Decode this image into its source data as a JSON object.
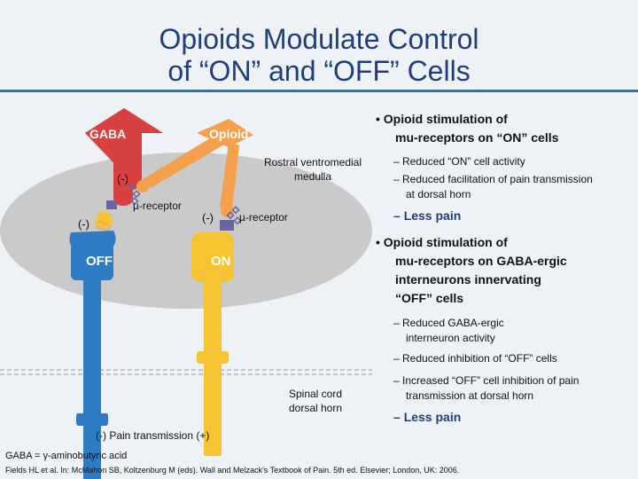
{
  "title": {
    "line1": "Opioids Modulate Control",
    "line2": "of “ON” and “OFF” Cells"
  },
  "diagram": {
    "gaba_label": "GABA",
    "opioid_label": "Opioid",
    "minus_gaba_receptor": "(-)",
    "minus_off": "(-)",
    "minus_on": "(-)",
    "mu_receptor_1": "µ-receptor",
    "mu_receptor_2": "µ-receptor",
    "rvm_line1": "Rostral ventromedial",
    "rvm_line2": "medulla",
    "off_label": "OFF",
    "on_label": "ON",
    "spinal_line1": "Spinal cord",
    "spinal_line2": "dorsal horn",
    "pain_transmission": "(-) Pain transmission (+)",
    "colors": {
      "gaba_red": "#d8413f",
      "opioid_orange": "#f4a04d",
      "off_blue": "#2e7dc4",
      "on_yellow": "#f5c430",
      "medulla_gray": "#cacaca",
      "receptor_purple": "#6e64a2"
    }
  },
  "bullets": [
    {
      "line1": "Opioid stimulation of",
      "line2": "mu-receptors on “ON” cells",
      "subs": [
        {
          "line1": "Reduced “ON” cell activity"
        },
        {
          "line1": "Reduced facilitation of pain transmission",
          "line2": "at dorsal horn"
        }
      ],
      "result": "Less pain"
    },
    {
      "line1": "Opioid stimulation of",
      "line2": "mu-receptors on GABA-ergic",
      "line3": "interneurons innervating",
      "line4": "“OFF” cells",
      "subs": [
        {
          "line1": "Reduced GABA-ergic",
          "line2": "interneuron activity"
        },
        {
          "line1": "Reduced inhibition of “OFF” cells"
        },
        {
          "line1": "Increased “OFF” cell inhibition of pain",
          "line2": "transmission at dorsal horn"
        }
      ],
      "result": "Less pain"
    }
  ],
  "footer": {
    "gaba_definition": "GABA = γ-aminobutyric acid",
    "citation": "Fields HL et al. In: McMahon SB, Koltzenburg M (eds). Wall and Melzack’s Textbook of Pain. 5th ed. Elsevier; London, UK: 2006."
  }
}
